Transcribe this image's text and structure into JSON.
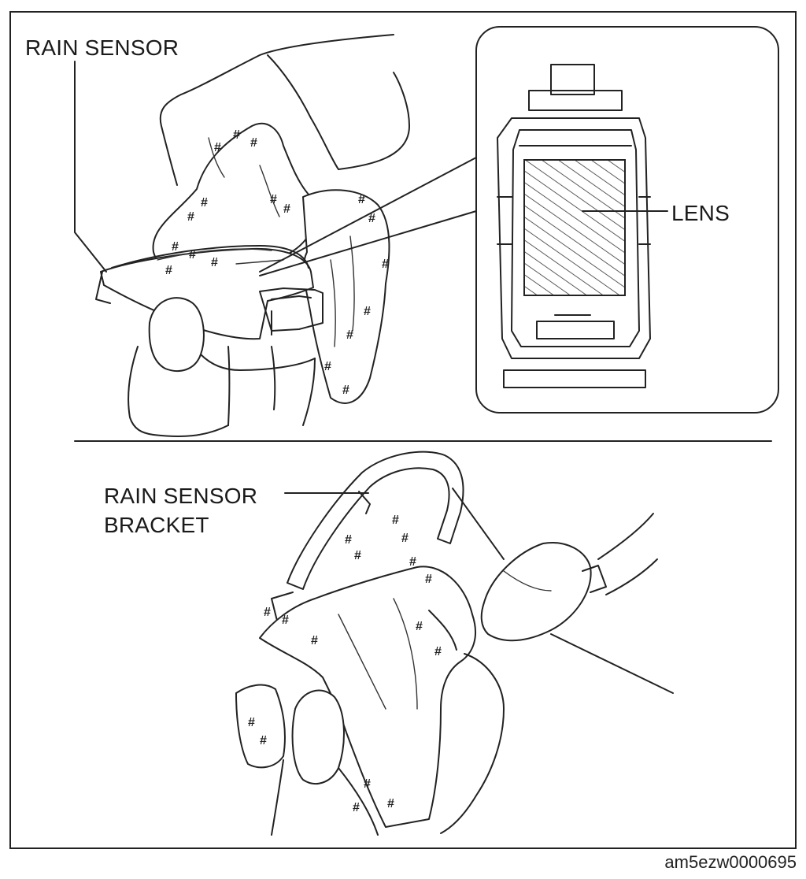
{
  "labels": {
    "rain_sensor": "RAIN SENSOR",
    "lens": "LENS",
    "bracket_line1": "RAIN SENSOR",
    "bracket_line2": "BRACKET"
  },
  "figure_code": "am5ezw0000695",
  "colors": {
    "line": "#222222",
    "background": "#ffffff"
  }
}
